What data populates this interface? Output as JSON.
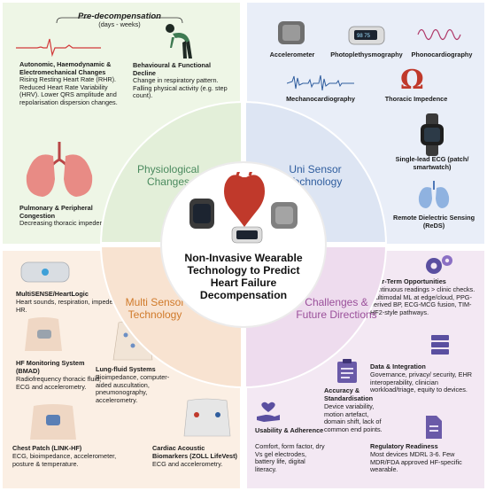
{
  "pre_decompensation": {
    "title": "Pre-decompensation",
    "subtitle": "(days - weeks)"
  },
  "tl": {
    "autonomic": {
      "title": "Autonomic, Haemodynamic & Electromechanical Changes",
      "body": "Rising Resting Heart Rate (RHR). Reduced Heart Rate Variability (HRV). Lower QRS amplitude and repolarisation dispersion changes."
    },
    "behavioural": {
      "title": "Behavioural & Functional Decline",
      "body": "Change in respiratory pattern. Falling physical activity (e.g. step count)."
    },
    "pulmonary": {
      "title": "Pulmonary & Peripheral Congestion",
      "body": "Decreasing thoracic impedence."
    }
  },
  "tr": {
    "accelerometer": "Accelerometer",
    "ppg": "Photoplethysmography",
    "pcg": "Phonocardiography",
    "mcg": "Mechanocardiography",
    "thoracic": "Thoracic Impedence",
    "ecg": "Single-lead ECG (patch/ smartwatch)",
    "remote": "Remote Dielectric Sensing (ReDS)"
  },
  "bl": {
    "multisense": {
      "title": "MultiSENSE/HeartLogic",
      "body": "Heart sounds, respiration, impedence, HR."
    },
    "hf_monitor": {
      "title": "HF Monitoring System (BMAD)",
      "body": "Radiofrequency thoracic fluid, ECG and accelerometry."
    },
    "lung_fluid": {
      "title": "Lung-fluid Systems",
      "body": "Bioimpedance, computer-aided auscultation, pneumonography, accelerometry."
    },
    "chest_patch": {
      "title": "Chest Patch (LINK-HF)",
      "body": "ECG, bioimpedance, accelerometer, posture & temperature."
    },
    "cardiac_acoustic": {
      "title": "Cardiac Acoustic Biomarkers (ZOLL LifeVest)",
      "body": "ECG and accelerometry."
    }
  },
  "br": {
    "near_term": {
      "title": "Near-Term Opportunities",
      "body": "Continuous readings > clinic checks. Multimodal ML at edge/cloud, PPG-derived BP, ECG-MCG fusion, TIM-HF2-style pathways."
    },
    "data_integration": {
      "title": "Data & Integration",
      "body": "Governance, privacy/ security, EHR interoperability, clinician workload/triage, equity to devices."
    },
    "accuracy": {
      "title": "Accuracy & Standardisation",
      "body": "Device variability, motion artefact, domain shift, lack of common end points."
    },
    "usability": {
      "title": "Usability & Adherence",
      "body": "Comfort, form factor, dry Vs gel electrodes, battery life, digital literacy."
    },
    "regulatory": {
      "title": "Regulatory Readiness",
      "body": "Most devices MDRL 3-6. Few MDR/FDA approved HF-specific wearable."
    }
  },
  "segments": {
    "physiological": "Physiological Changes",
    "uni_sensor": "Uni Sensor Technology",
    "multi_sensor": "Multi Sensor Technology",
    "challenges": "Challenges & Future Directions"
  },
  "center_title": "Non-Invasive Wearable Technology to Predict Heart Failure Decompensation",
  "colors": {
    "physiological": "#4a8a5e",
    "uni_sensor": "#2f5d9e",
    "multi_sensor": "#d07a2a",
    "challenges": "#9a4f9a",
    "heart": "#c0392b",
    "thoracic_icon": "#c0392b",
    "pcg_wave": "#b03a6a"
  },
  "icons": {
    "ecg_trace": "ecg-waveform-icon",
    "person": "person-bending-icon",
    "lungs": "lungs-icon",
    "accelerometer": "accelerometer-device-icon",
    "ppg": "pulse-oximeter-icon",
    "pcg": "sound-wave-icon",
    "mcg": "mechanocardiography-wave-icon",
    "omega": "omega-icon",
    "smartwatch": "smartwatch-icon",
    "reds": "lungs-icon",
    "heart": "heart-icon",
    "gears": "gears-icon",
    "data": "server-icon",
    "clipboard": "clipboard-icon",
    "hand": "hand-heart-icon",
    "document": "document-icon"
  }
}
